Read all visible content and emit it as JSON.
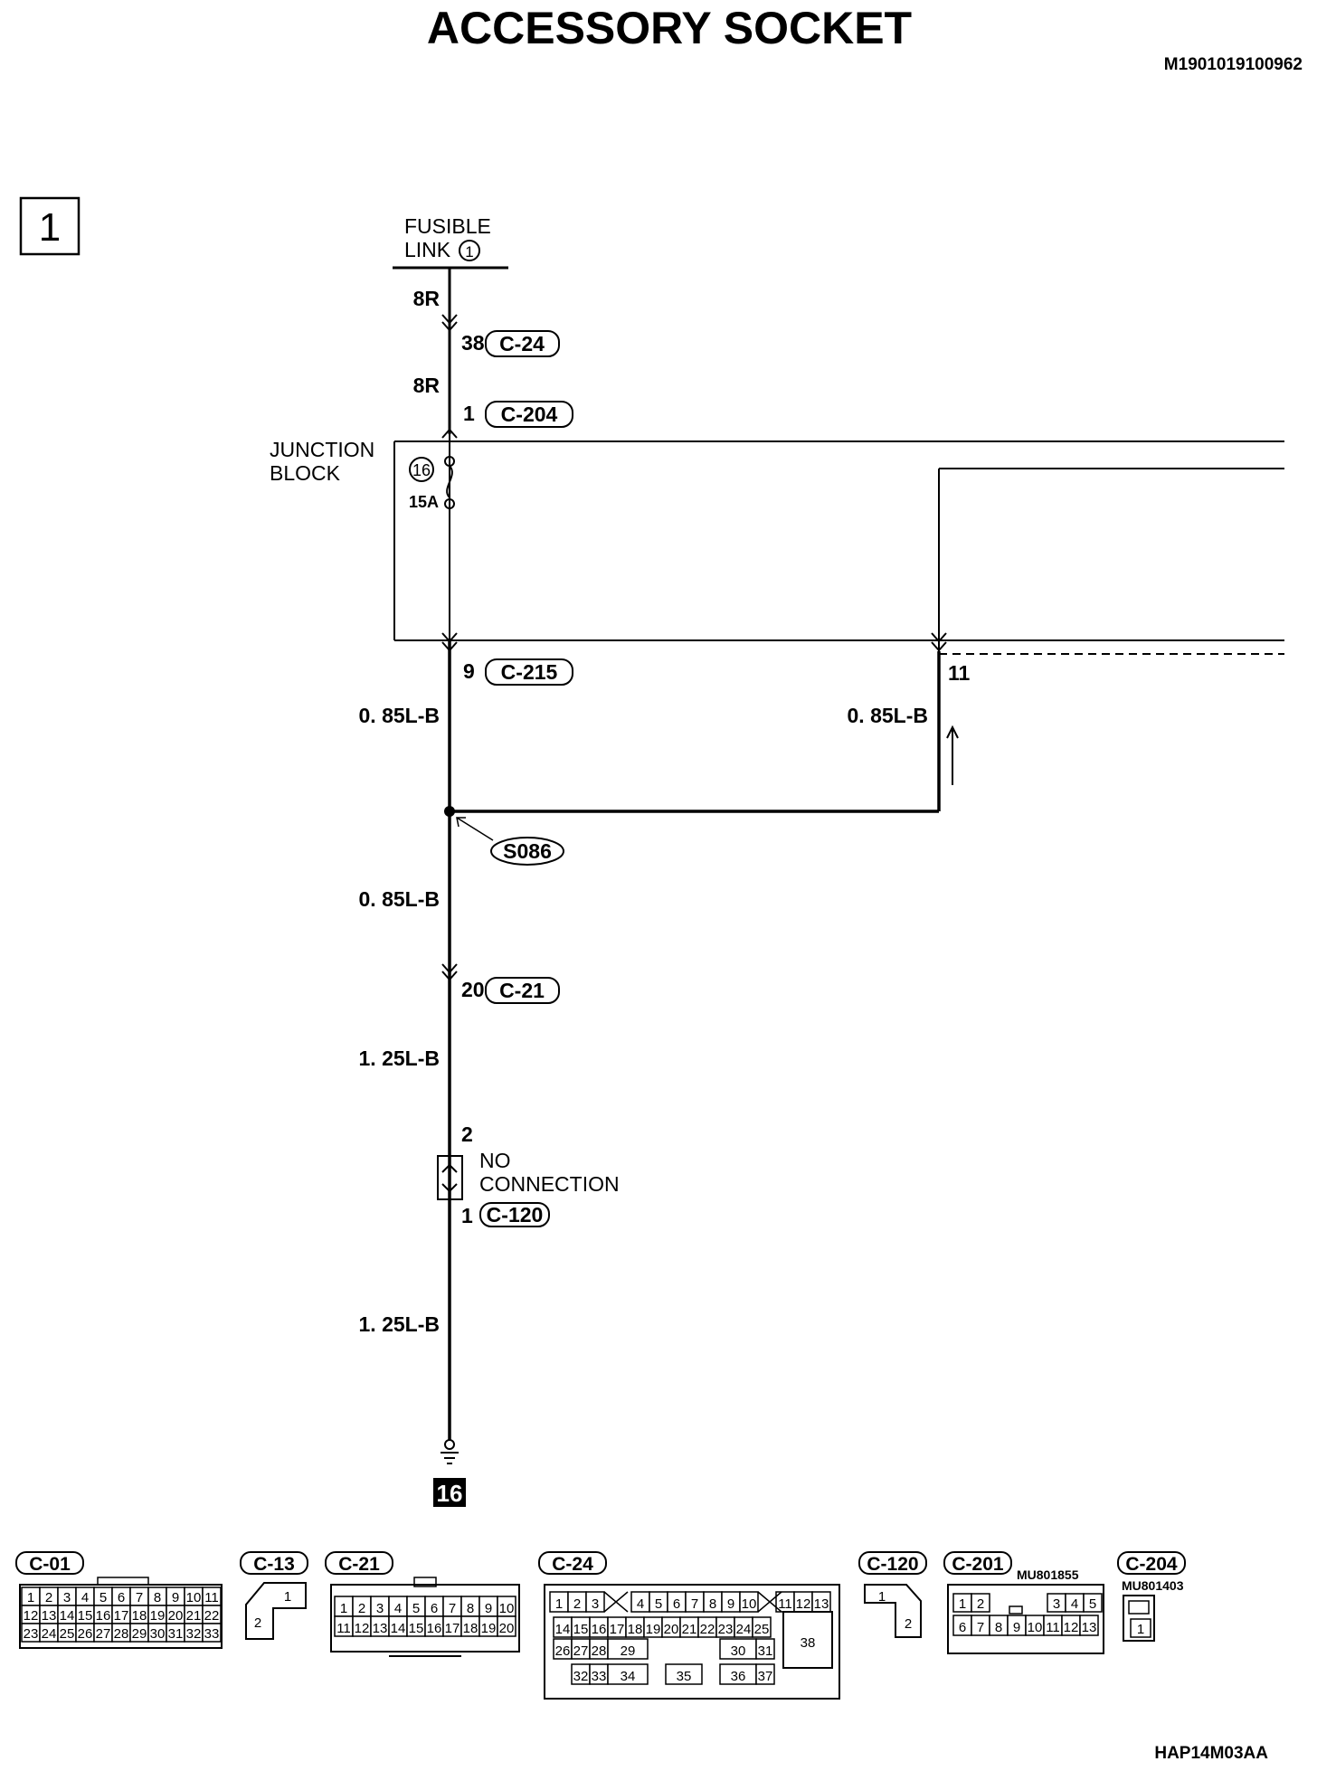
{
  "title": "ACCESSORY SOCKET",
  "doc_id": "M1901019100962",
  "figure_code": "HAP14M03AA",
  "section_number": "1",
  "fusible_link": {
    "line1": "FUSIBLE",
    "line2": "LINK",
    "number": "1"
  },
  "wires": {
    "w1": "8R",
    "w2": "8R",
    "w3": "0. 85L-B",
    "w4": "0. 85L-B",
    "w5": "0. 85L-B",
    "w6": "1. 25L-B",
    "w7": "1. 25L-B"
  },
  "pins": {
    "c24": "38",
    "c204": "1",
    "c215": "9",
    "c21": "20",
    "branch": "11",
    "c120_top": "2",
    "c120_bottom": "1"
  },
  "connector_refs": {
    "c24": "C-24",
    "c204": "C-204",
    "c215": "C-215",
    "c21": "C-21",
    "c120": "C-120"
  },
  "junction_block": {
    "line1": "JUNCTION",
    "line2": "BLOCK",
    "fuse_number": "16",
    "fuse_rating": "15A"
  },
  "splice": "S086",
  "no_connection": {
    "line1": "NO",
    "line2": "CONNECTION"
  },
  "ground_number": "16",
  "connectors": [
    {
      "name": "C-01",
      "rows": [
        [
          "1",
          "2",
          "3",
          "4",
          "5",
          "6",
          "7",
          "8",
          "9",
          "10",
          "11"
        ],
        [
          "12",
          "13",
          "14",
          "15",
          "16",
          "17",
          "18",
          "19",
          "20",
          "21",
          "22"
        ],
        [
          "23",
          "24",
          "25",
          "26",
          "27",
          "28",
          "29",
          "30",
          "31",
          "32",
          "33"
        ]
      ]
    },
    {
      "name": "C-13",
      "pins": [
        "1",
        "2"
      ]
    },
    {
      "name": "C-21",
      "rows": [
        [
          "1",
          "2",
          "3",
          "4",
          "5",
          "6",
          "7",
          "8",
          "9",
          "10"
        ],
        [
          "11",
          "12",
          "13",
          "14",
          "15",
          "16",
          "17",
          "18",
          "19",
          "20"
        ]
      ]
    },
    {
      "name": "C-24",
      "rows": [
        [
          "1",
          "2",
          "3",
          "4",
          "5",
          "6",
          "7",
          "8",
          "9",
          "10",
          "11",
          "12",
          "13"
        ],
        [
          "14",
          "15",
          "16",
          "17",
          "18",
          "19",
          "20",
          "21",
          "22",
          "23",
          "24",
          "25",
          "38"
        ],
        [
          "26",
          "27",
          "28",
          "29",
          "30",
          "31"
        ],
        [
          "32",
          "33",
          "34",
          "35",
          "36",
          "37"
        ]
      ]
    },
    {
      "name": "C-120",
      "pins": [
        "1",
        "2"
      ]
    },
    {
      "name": "C-201",
      "part": "MU801855",
      "rows": [
        [
          "1",
          "2",
          "3",
          "4",
          "5"
        ],
        [
          "6",
          "7",
          "8",
          "9",
          "10",
          "11",
          "12",
          "13"
        ]
      ]
    },
    {
      "name": "C-204",
      "part": "MU801403",
      "pins": [
        "1"
      ]
    }
  ]
}
